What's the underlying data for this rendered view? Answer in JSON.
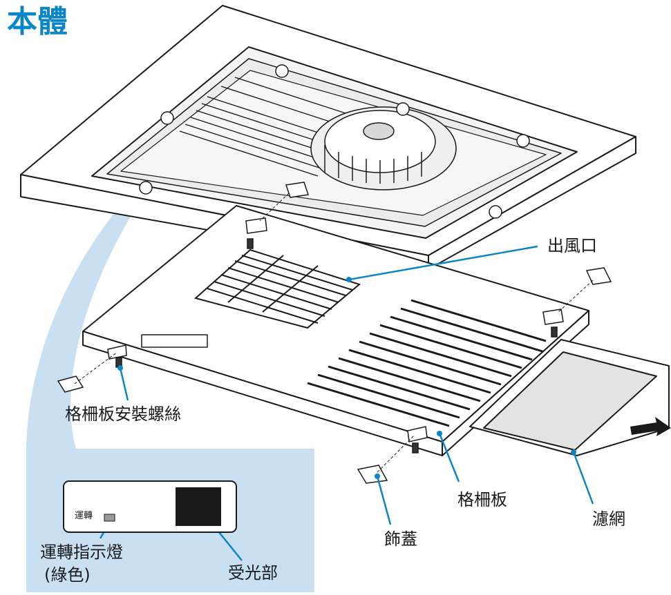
{
  "title": "本體",
  "colors": {
    "accent": "#0a86c6",
    "panel": "#c9dff2",
    "title": "#0a86c6",
    "line": "#1a1a1a"
  },
  "labels": {
    "outlet": "出風口",
    "grille_screw": "格柵板安裝螺絲",
    "grille": "格柵板",
    "filter": "濾網",
    "cover": "飾蓋",
    "indicator_caption": "運轉",
    "indicator": "運轉指示燈",
    "indicator_color": "(綠色)",
    "receiver": "受光部"
  }
}
